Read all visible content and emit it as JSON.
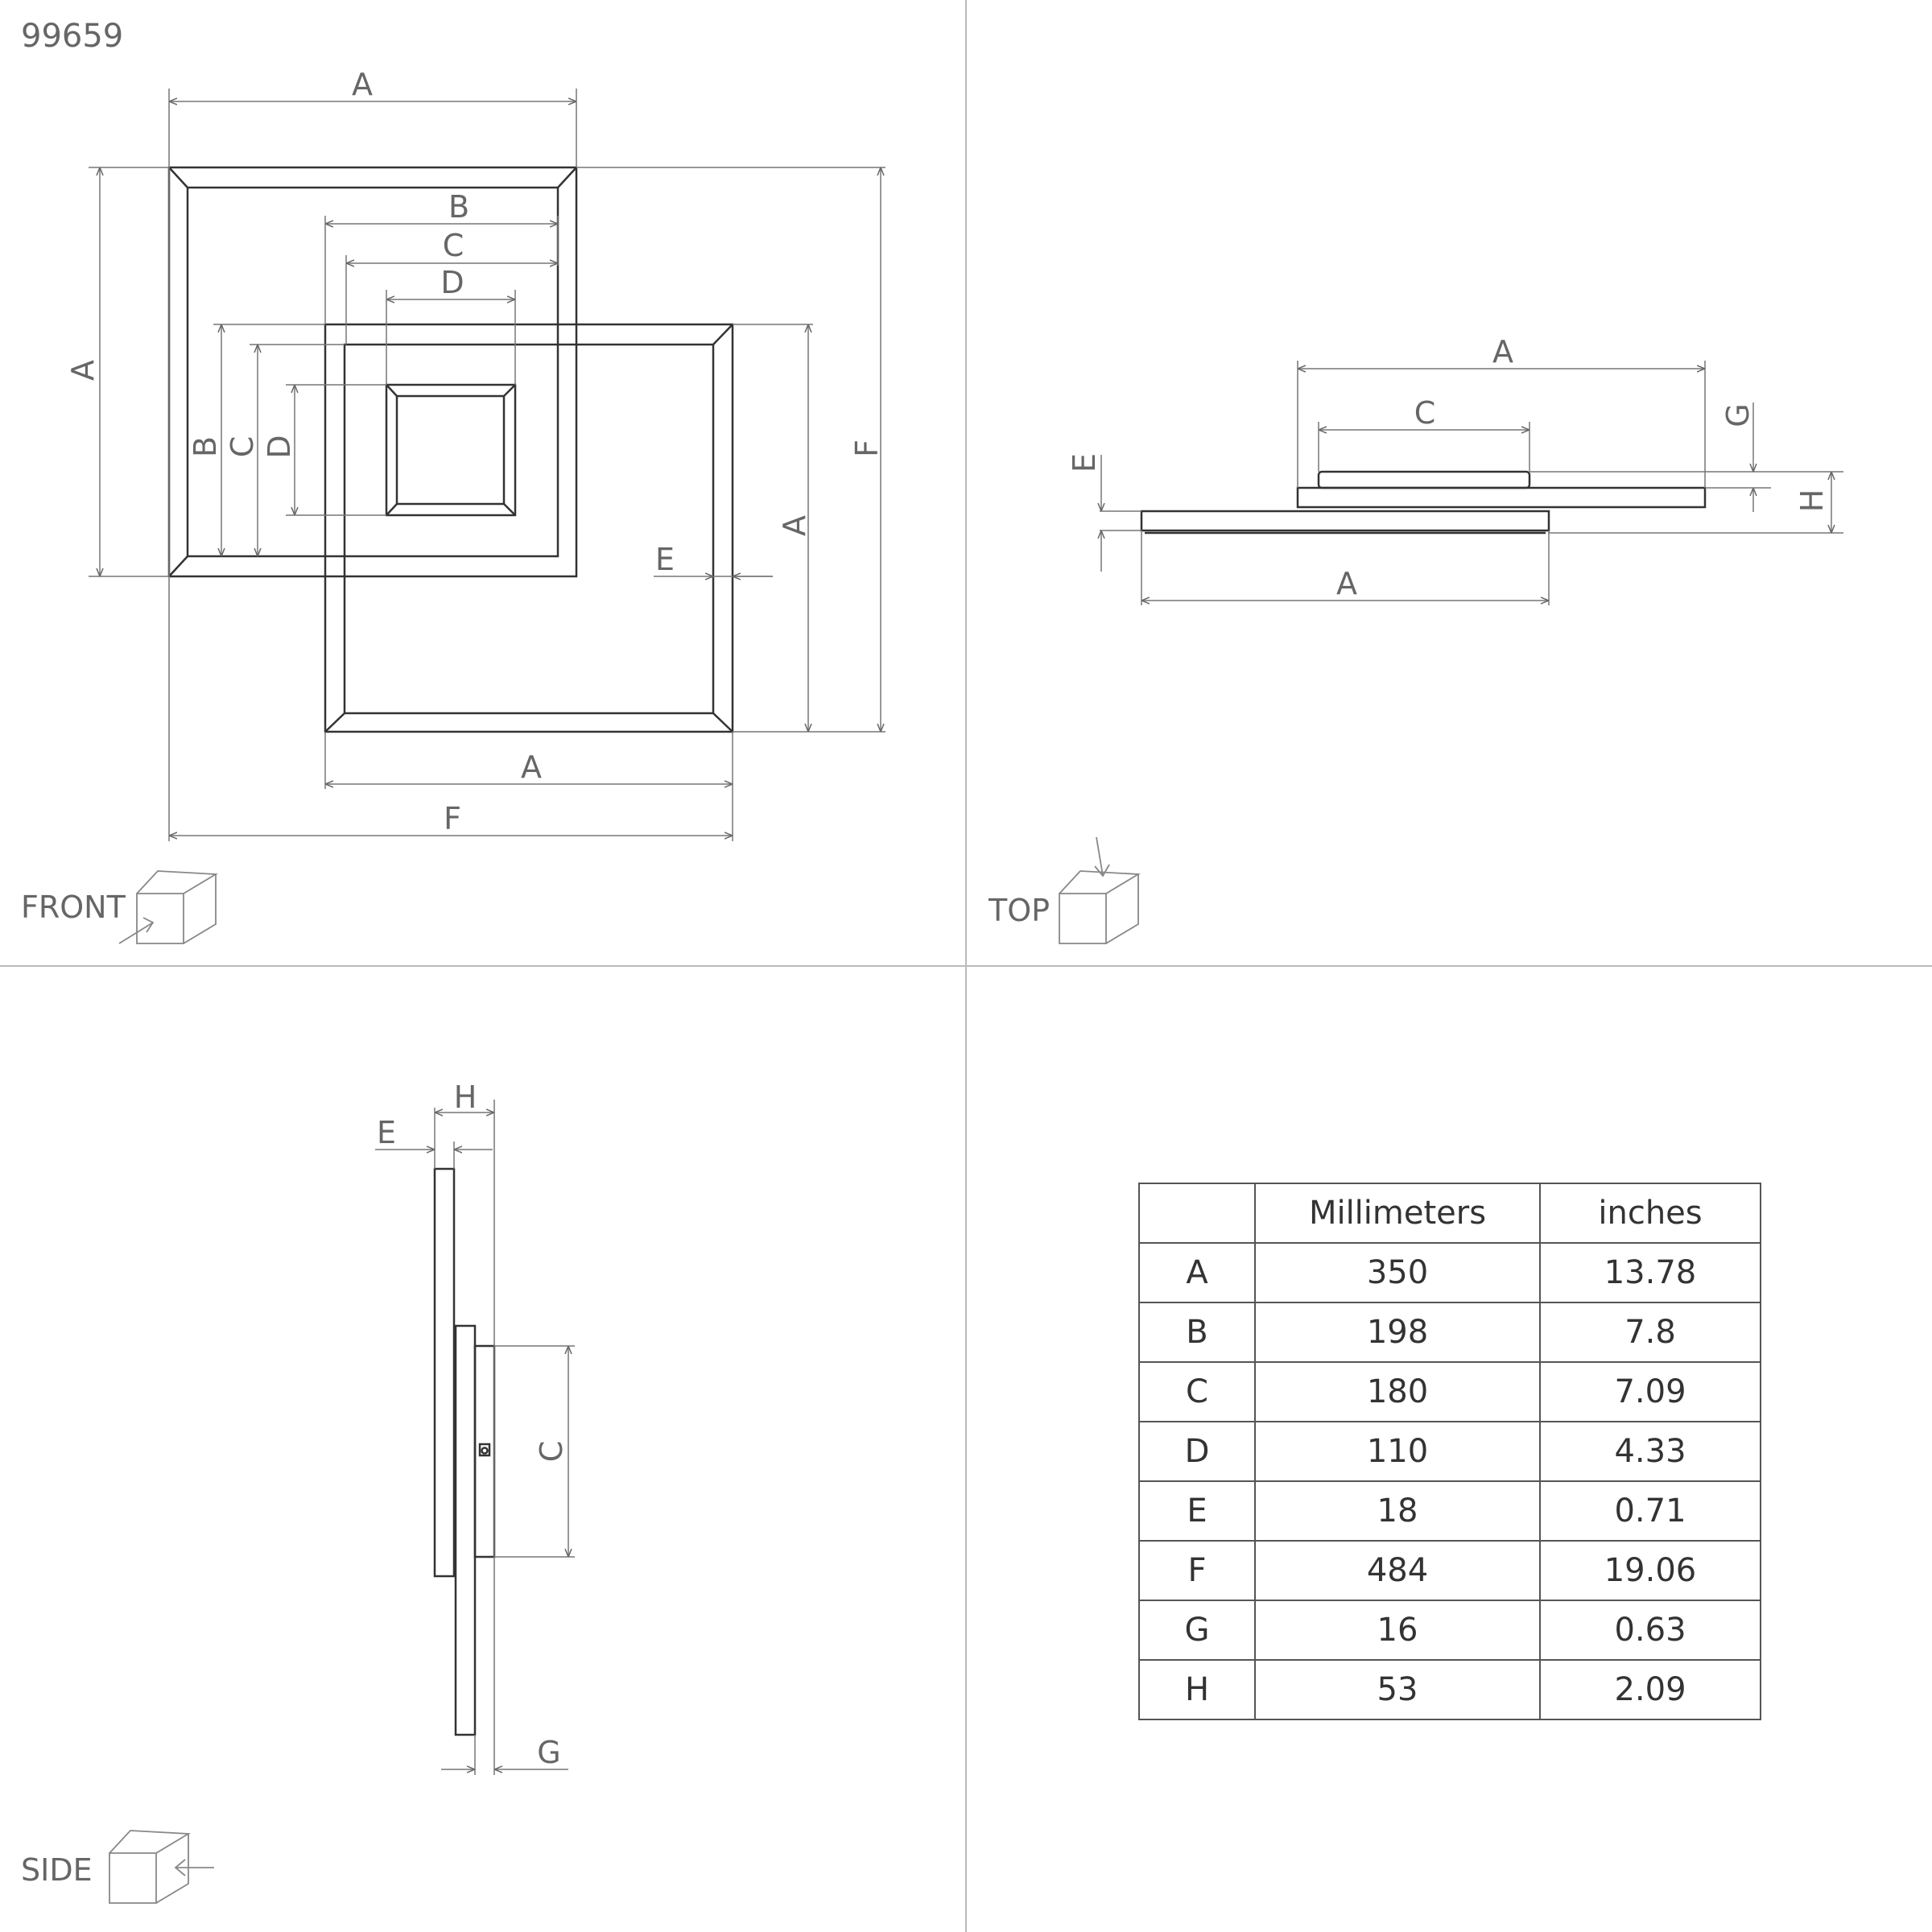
{
  "product_code": "99659",
  "views": {
    "front": "FRONT",
    "top": "TOP",
    "side": "SIDE"
  },
  "labels": {
    "A": "A",
    "B": "B",
    "C": "C",
    "D": "D",
    "E": "E",
    "F": "F",
    "G": "G",
    "H": "H"
  },
  "table": {
    "headers": [
      "",
      "Millimeters",
      "inches"
    ],
    "rows": [
      {
        "label": "A",
        "mm": "350",
        "in": "13.78"
      },
      {
        "label": "B",
        "mm": "198",
        "in": "7.8"
      },
      {
        "label": "C",
        "mm": "180",
        "in": "7.09"
      },
      {
        "label": "D",
        "mm": "110",
        "in": "4.33"
      },
      {
        "label": "E",
        "mm": "18",
        "in": "0.71"
      },
      {
        "label": "F",
        "mm": "484",
        "in": "19.06"
      },
      {
        "label": "G",
        "mm": "16",
        "in": "0.63"
      },
      {
        "label": "H",
        "mm": "53",
        "in": "2.09"
      }
    ]
  }
}
